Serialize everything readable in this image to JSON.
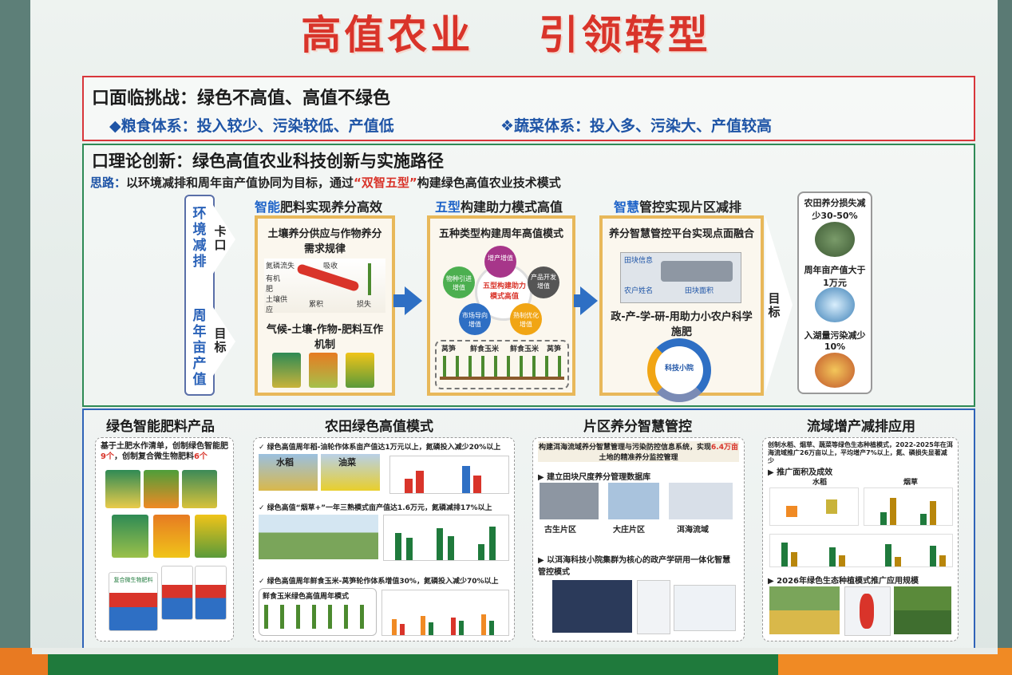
{
  "title": {
    "left": "高值农业",
    "right": "引领转型"
  },
  "challenge": {
    "heading": "口面临挑战：绿色不高值、高值不绿色",
    "grain": "◆粮食体系：投入较少、污染较低、产值低",
    "vegetable": "❖蔬菜体系：投入多、污染大、产值较高"
  },
  "theory": {
    "heading": "口理论创新：绿色高值农业科技创新与实施路径",
    "idea_label": "思路：",
    "idea_text_a": "以环境减排和周年亩产值协同为目标，通过",
    "idea_highlight": "“双智五型”",
    "idea_text_b": "构建绿色高值农业技术模式",
    "left_labels": {
      "top": "环境减排",
      "bottom": "周年亩产值",
      "kakou": "卡口",
      "mubiao": "目标"
    },
    "col1": {
      "title_a": "智能",
      "title_b": "肥料实现养分高效",
      "box_title": "土壤养分供应与作物养分需求规律",
      "mech": "气候-土壤-作物-肥料互作机制",
      "lbl_n": "氮磷流失",
      "lbl_absorb": "吸收",
      "lbl_org": "有机肥",
      "lbl_soil": "土壤供应",
      "lbl_acc": "累积",
      "lbl_loss": "损失"
    },
    "col2": {
      "title_a": "五型",
      "title_b": "构建助力模式高值",
      "box_title": "五种类型构建周年高值模式",
      "center": "五型构建助力模式高值",
      "types": [
        "增产增值",
        "产品开发增值",
        "熟制优化增值",
        "市场导向增值",
        "物种引进增值"
      ],
      "crops": [
        "莴笋",
        "鲜食玉米",
        "鲜食玉米",
        "莴笋"
      ]
    },
    "col3": {
      "title_a": "智慧",
      "title_b": "管控实现片区减排",
      "box_title": "养分智慧管控平台实现点面融合",
      "lbl_field": "田块信息",
      "lbl_farmer": "农户姓名",
      "lbl_area": "田块面积",
      "cooperation": "政-产-学-研-用助力小农户科学施肥",
      "center": "科技小院"
    },
    "target_label": "目标",
    "results": [
      "农田养分损失减少30-50%",
      "周年亩产值大于1万元",
      "入湖量污染减少10%"
    ]
  },
  "products": {
    "title": "绿色智能肥料产品",
    "desc_a": "基于土肥水作清单，创制绿色智能肥",
    "desc_n1": "9个",
    "desc_b": "，创制复合微生物肥料",
    "desc_n2": "6个",
    "bag_label": "复合微生物肥料"
  },
  "mode": {
    "title": "农田绿色高值模式",
    "row1": "✓ 绿色高值周年稻-油轮作体系亩产值达1万元以上，氮磷投入减少20%以上",
    "row2": "✓ 绿色高值“烟草+”一年三熟模式亩产值达1.6万元，氮磷减排17%以上",
    "row3": "✓ 绿色高值周年鲜食玉米-莴笋轮作体系增值30%，氮磷投入减少70%以上",
    "rice": "水稻",
    "rape": "油菜",
    "corn_mode": "鲜食玉米绿色高值周年模式"
  },
  "zone": {
    "title": "片区养分智慧管控",
    "intro_a": "构建洱海流域养分智慧管理与污染防控信息系统，实现",
    "intro_n": "6.4万亩",
    "intro_b": "土地的精准养分监控管理",
    "db": "▶ 建立田块尺度养分管理数据库",
    "areas": [
      "古生片区",
      "大庄片区",
      "洱海流域"
    ],
    "mode2": "▶ 以洱海科技小院集群为核心的政产学研用一体化智慧管控模式"
  },
  "basin": {
    "title": "流域增产减排应用",
    "intro": "创制水稻、烟草、蔬菜等绿色生态种植模式，2022-2025年在洱海流域推广26万亩以上，平均增产7%以上，氮、磷损失显著减少",
    "area": "▶ 推广面积及成效",
    "rice": "水稻",
    "tobacco": "烟草",
    "plan": "▶ 2026年绿色生态种植模式推广应用规模"
  },
  "colors": {
    "red": "#d9342a",
    "blue": "#1e63c8",
    "green": "#2e8a55",
    "gold": "#e8b85a"
  }
}
